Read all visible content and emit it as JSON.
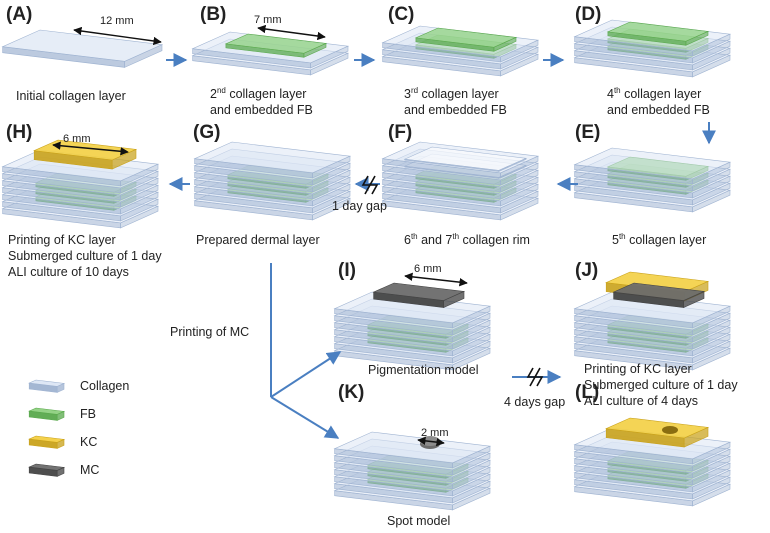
{
  "colors": {
    "collagen_top": "#dce6f4",
    "collagen_side": "#9fb3d1",
    "fb": "#8ed07f",
    "kc": "#f3cf42",
    "mc": "#6c6c6c",
    "arrow": "#4a7fc1"
  },
  "panels": {
    "A": {
      "label": "(A)",
      "caption": [
        "Initial collagen layer"
      ],
      "dimension": "12 mm"
    },
    "B": {
      "label": "(B)",
      "caption": [
        "2nd collagen layer",
        "and embedded FB"
      ],
      "dimension": "7 mm"
    },
    "C": {
      "label": "(C)",
      "caption": [
        "3rd collagen layer",
        "and embedded FB"
      ]
    },
    "D": {
      "label": "(D)",
      "caption": [
        "4th collagen layer",
        "and embedded FB"
      ]
    },
    "E": {
      "label": "(E)",
      "caption": [
        "5th collagen layer"
      ]
    },
    "F": {
      "label": "(F)",
      "caption": [
        "6th and 7th collagen rim"
      ]
    },
    "G": {
      "label": "(G)",
      "caption": [
        "Prepared dermal layer"
      ]
    },
    "H": {
      "label": "(H)",
      "caption": [
        "Printing of KC layer",
        "Submerged culture of 1 day",
        "ALI culture of 10 days"
      ],
      "dimension": "6 mm"
    },
    "I": {
      "label": "(I)",
      "caption": [
        "Pigmentation model"
      ],
      "dimension": "6 mm"
    },
    "J": {
      "label": "(J)",
      "caption": [
        "Printing of KC layer",
        "Submerged culture of 1 day",
        "ALI culture of 4 days"
      ]
    },
    "K": {
      "label": "(K)",
      "caption": [
        "Spot model"
      ],
      "dimension": "2 mm"
    },
    "L": {
      "label": "(L)"
    }
  },
  "gaps": {
    "fg": "1 day gap",
    "ij": "4 days gap"
  },
  "printing_mc": "Printing of MC",
  "legend": [
    {
      "name": "Collagen",
      "color": "collagen"
    },
    {
      "name": "FB",
      "color": "fb"
    },
    {
      "name": "KC",
      "color": "kc"
    },
    {
      "name": "MC",
      "color": "mc"
    }
  ]
}
